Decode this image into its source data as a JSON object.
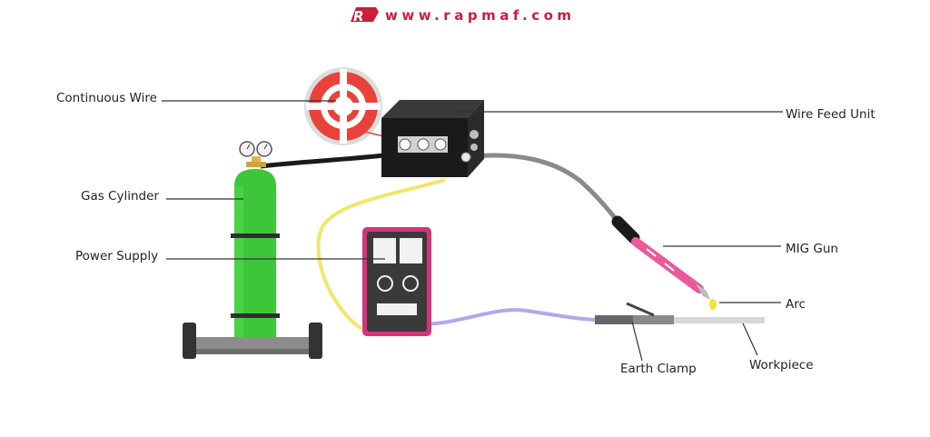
{
  "brand": {
    "logo_text": "R",
    "website": "www.rapmaf.com",
    "color": "#c8203c"
  },
  "labels": {
    "continuous_wire": "Continuous Wire",
    "wire_feed_unit": "Wire Feed Unit",
    "gas_cylinder": "Gas Cylinder",
    "power_supply": "Power Supply",
    "mig_gun": "MIG Gun",
    "arc": "Arc",
    "earth_clamp": "Earth Clamp",
    "workpiece": "Workpiece"
  },
  "colors": {
    "wire_spool": "#e9423a",
    "cylinder": "#3ec63a",
    "power_supply_frame": "#d6337c",
    "earth_cable": "#b4a6ee",
    "power_cable": "#f2e66a",
    "gun_hose": "#8a8a8a",
    "gun_tip": "#e85a9a",
    "arc": "#f5e23a",
    "feed_unit": "#1a1a1a"
  }
}
